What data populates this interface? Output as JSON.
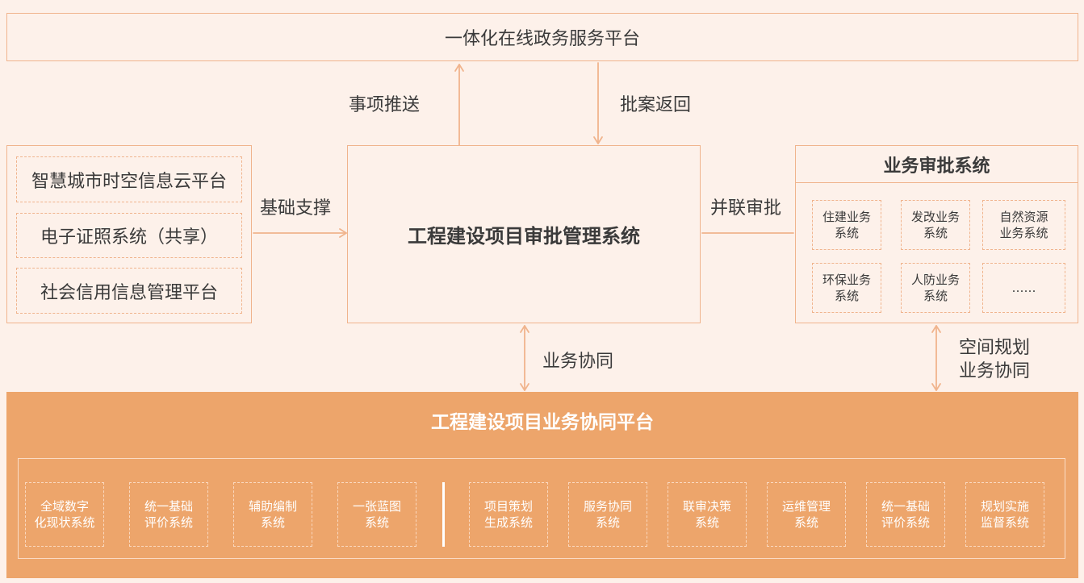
{
  "top_platform": "一体化在线政务服务平台",
  "arrows": {
    "push": "事项推送",
    "return": "批案返回",
    "support": "基础支撑",
    "parallel": "并联审批",
    "collab": "业务协同",
    "spatial": "空间规划\n业务协同"
  },
  "left_systems": [
    "智慧城市时空信息云平台",
    "电子证照系统（共享）",
    "社会信用信息管理平台"
  ],
  "center_system": "工程建设项目审批管理系统",
  "right_panel": {
    "title": "业务审批系统",
    "items": [
      "住建业务\n系统",
      "发改业务\n系统",
      "自然资源\n业务系统",
      "环保业务\n系统",
      "人防业务\n系统",
      "……"
    ]
  },
  "bottom_platform": {
    "title": "工程建设项目业务协同平台",
    "left_items": [
      "全域数字\n化现状系统",
      "统一基础\n评价系统",
      "辅助编制\n系统",
      "一张蓝图\n系统"
    ],
    "right_items": [
      "项目策划\n生成系统",
      "服务协同\n系统",
      "联审决策\n系统",
      "运维管理\n系统",
      "统一基础\n评价系统",
      "规划实施\n监督系统"
    ]
  },
  "colors": {
    "accent": "#eda56b",
    "line": "#f0b48d",
    "background": "#fdf1ea"
  }
}
